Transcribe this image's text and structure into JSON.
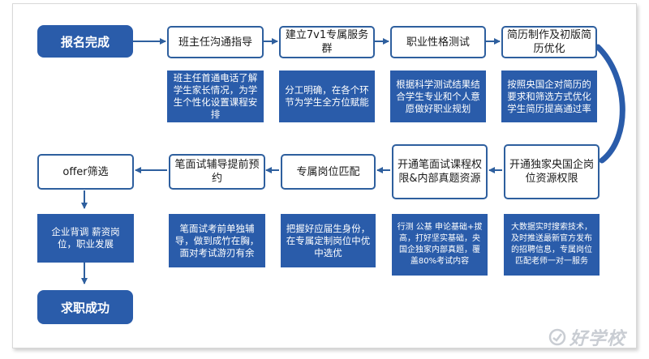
{
  "start": "报名完成",
  "end": "求职成功",
  "steps": {
    "s1": "班主任沟通指导",
    "s2": "建立7v1专属服务群",
    "s3": "职业性格测试",
    "s4": "简历制作及初版简历优化",
    "s5": "开通独家央国企岗位资源权限",
    "s6": "开通笔面试课程权限&内部真题资源",
    "s7": "专属岗位匹配",
    "s8": "笔面试辅导提前预约",
    "s9": "offer筛选"
  },
  "descs": {
    "d1": "班主任首通电话了解学生家长情况，为学生个性化设置课程安排",
    "d2": "分工明确，在各个环节为学生全方位赋能",
    "d3": "根据科学测试结果结合学生专业和个人意愿做好职业规划",
    "d4": "按照央国企对简历的要求和筛选方式优化学生简历提高通过率",
    "d5": "大数据实时搜索技术，及时推送最新官方发布的招聘信息，专属岗位匹配老师一对一服务",
    "d6": "行测 公基 申论基础+拔高，打好坚实基础，央国企独家内部真题，覆盖80%考试内容",
    "d7": "把握好应届生身份，在专属定制岗位中优中选优",
    "d8": "笔面试考前单独辅导，做到成竹在胸，面对考试游刃有余",
    "d9": "企业背调 薪资岗位，职业发展"
  },
  "watermark": "好学校",
  "colors": {
    "primary": "#2a5caa",
    "border": "#2e5f9e",
    "arrow": "#2e5f9e"
  }
}
